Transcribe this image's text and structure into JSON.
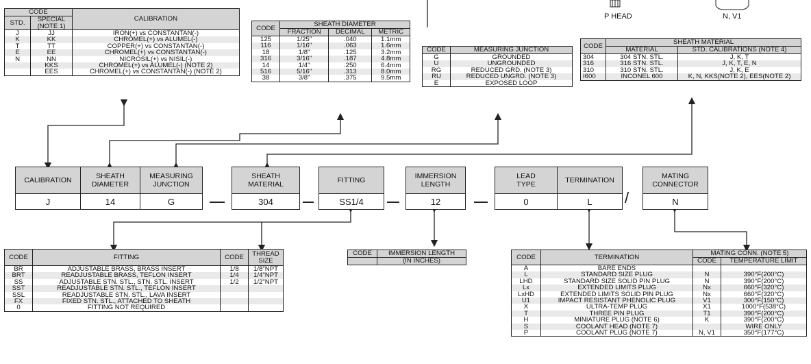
{
  "calibration_table": {
    "header_code": "CODE",
    "header_std": "STD.",
    "header_special": "SPECIAL\n(NOTE 1)",
    "header_calibration": "CALIBRATION",
    "rows": [
      {
        "std": "J",
        "special": "JJ",
        "calibration": "IRON(+) vs CONSTANTAN(-)"
      },
      {
        "std": "K",
        "special": "KK",
        "calibration": "CHROMEL(+) vs ALUMEL(-)"
      },
      {
        "std": "T",
        "special": "TT",
        "calibration": "COPPER(+) vs CONSTANTAN(-)"
      },
      {
        "std": "E",
        "special": "EE",
        "calibration": "CHROMEL(+) vs CONSTANTAN(-)"
      },
      {
        "std": "N",
        "special": "NN",
        "calibration": "NICROSIL(+) vs NISIL(-)"
      },
      {
        "std": "",
        "special": "KKS",
        "calibration": "CHROMEL(+) vs ALUMEL(-) (NOTE 2)"
      },
      {
        "std": "",
        "special": "EES",
        "calibration": "CHROMEL(+) vs CONSTANTAN(-) (NOTE 2)"
      }
    ]
  },
  "sheath_diameter_table": {
    "header_code": "CODE",
    "header_title": "SHEATH DIAMETER",
    "header_fraction": "FRACTION",
    "header_decimal": "DECIMAL",
    "header_metric": "METRIC",
    "rows": [
      {
        "code": "125",
        "fraction": "1/25\"",
        "decimal": ".040",
        "metric": "1.1mm"
      },
      {
        "code": "116",
        "fraction": "1/16\"",
        "decimal": ".063",
        "metric": "1.6mm"
      },
      {
        "code": "18",
        "fraction": "1/8\"",
        "decimal": ".125",
        "metric": "3.2mm"
      },
      {
        "code": "316",
        "fraction": "3/16\"",
        "decimal": ".187",
        "metric": "4.8mm"
      },
      {
        "code": "14",
        "fraction": "1/4\"",
        "decimal": ".250",
        "metric": "6.4mm"
      },
      {
        "code": "516",
        "fraction": "5/16\"",
        "decimal": ".313",
        "metric": "8.0mm"
      },
      {
        "code": "38",
        "fraction": "3/8\"",
        "decimal": ".375",
        "metric": "9.5mm"
      }
    ]
  },
  "measuring_junction_table": {
    "header_code": "CODE",
    "header_title": "MEASURING JUNCTION",
    "rows": [
      {
        "code": "G",
        "desc": "GROUNDED"
      },
      {
        "code": "U",
        "desc": "UNGROUNDED"
      },
      {
        "code": "RG",
        "desc": "REDUCED GRD. (NOTE 3)"
      },
      {
        "code": "RU",
        "desc": "REDUCED UNGRD. (NOTE 3)"
      },
      {
        "code": "E",
        "desc": "EXPOSED LOOP"
      }
    ]
  },
  "sheath_material_table": {
    "header_code": "CODE",
    "header_title": "SHEATH MATERIAL",
    "header_material": "MATERIAL",
    "header_std": "STD. CALIBRATIONS (NOTE 4)",
    "rows": [
      {
        "code": "304",
        "material": "304 STN. STL.",
        "std": "J, K, T"
      },
      {
        "code": "316",
        "material": "316 STN. STL.",
        "std": "J, K, T, E, N"
      },
      {
        "code": "310",
        "material": "310 STN. STL.",
        "std": "J, K, E"
      },
      {
        "code": "I600",
        "material": "INCONEL 600",
        "std": "K, N, KKS(NOTE 2), EES(NOTE 2)"
      }
    ]
  },
  "top_right": {
    "phead_label": "P HEAD",
    "nv1_label": "N, V1"
  },
  "part_number": {
    "group1": [
      {
        "label": "CALIBRATION",
        "value": "J"
      },
      {
        "label": "SHEATH\nDIAMETER",
        "value": "14"
      },
      {
        "label": "MEASURING\nJUNCTION",
        "value": "G"
      }
    ],
    "sheath_material": {
      "label": "SHEATH\nMATERIAL",
      "value": "304"
    },
    "fitting": {
      "label": "FITTING",
      "value": "SS1/4"
    },
    "immersion": {
      "label": "IMMERSION\nLENGTH",
      "value": "12"
    },
    "group2": [
      {
        "label": "LEAD\nTYPE",
        "value": "0"
      },
      {
        "label": "TERMINATION",
        "value": "L"
      }
    ],
    "mating": {
      "label": "MATING\nCONNECTOR",
      "value": "N"
    },
    "slash": "/"
  },
  "fitting_table": {
    "header_code": "CODE",
    "header_fitting": "FITTING",
    "header_code2": "CODE",
    "header_thread": "THREAD\nSIZE",
    "rows": [
      {
        "code": "BR",
        "desc": "ADJUSTABLE BRASS, BRASS INSERT",
        "tcode": "1/8",
        "thread": "1/8\"NPT"
      },
      {
        "code": "BRT",
        "desc": "READJUSTABLE BRASS, TEFLON INSERT",
        "tcode": "1/4",
        "thread": "1/4\"NPT"
      },
      {
        "code": "SS",
        "desc": "ADJUSTABLE STN. STL., STN. STL. INSERT",
        "tcode": "1/2",
        "thread": "1/2\"NPT"
      },
      {
        "code": "SST",
        "desc": "READJUSTABLE STN. STL., TEFLON INSERT",
        "tcode": "",
        "thread": ""
      },
      {
        "code": "SSL",
        "desc": "READJUSTABLE STN. STL., LAVA INSERT",
        "tcode": "",
        "thread": ""
      },
      {
        "code": "FX",
        "desc": "FIXED STN. STL., ATTACHED TO SHEATH",
        "tcode": "",
        "thread": ""
      },
      {
        "code": "0",
        "desc": "FITTING NOT REQUIRED",
        "tcode": "",
        "thread": ""
      }
    ]
  },
  "immersion_table": {
    "header_code": "CODE",
    "header_title": "IMMERSION LENGTH",
    "header_sub": "(IN INCHES)"
  },
  "termination_table": {
    "header_code": "CODE",
    "header_termination": "TERMINATION",
    "header_mating": "MATING CONN. (NOTE 5)",
    "header_mcode": "CODE",
    "header_temp": "TEMPERATURE LIMIT",
    "rows": [
      {
        "code": "A",
        "desc": "BARE ENDS",
        "mcode": "",
        "temp": ""
      },
      {
        "code": "L",
        "desc": "STANDARD SIZE PLUG",
        "mcode": "N",
        "temp": "390°F(200°C)"
      },
      {
        "code": "LHD",
        "desc": "STANDARD SIZE SOLID PIN PLUG",
        "mcode": "N",
        "temp": "390°F(200°C)"
      },
      {
        "code": "Lx",
        "desc": "EXTENDED LIMITS PLUG",
        "mcode": "Nx",
        "temp": "660°F(320°C)"
      },
      {
        "code": "LxHD",
        "desc": "EXTENDED LIMITS SOLID PIN PLUG",
        "mcode": "Nx",
        "temp": "660°F(320°C)"
      },
      {
        "code": "U1",
        "desc": "IMPACT RESISTANT PHENOLIC PLUG",
        "mcode": "V1",
        "temp": "300°F(150°C)"
      },
      {
        "code": "X",
        "desc": "ULTRA-TEMP PLUG",
        "mcode": "X1",
        "temp": "1000°F(538°C)"
      },
      {
        "code": "T",
        "desc": "THREE PIN PLUG",
        "mcode": "T1",
        "temp": "390°F(200°C)"
      },
      {
        "code": "H",
        "desc": "MINIATURE PLUG (NOTE 6)",
        "mcode": "K",
        "temp": "390°F(200°C)"
      },
      {
        "code": "S",
        "desc": "COOLANT HEAD (NOTE 7)",
        "mcode": "",
        "temp": "WIRE ONLY"
      },
      {
        "code": "P",
        "desc": "COOLANT PLUG (NOTE 7)",
        "mcode": "N, V1",
        "temp": "350°F(177°C)"
      }
    ]
  }
}
